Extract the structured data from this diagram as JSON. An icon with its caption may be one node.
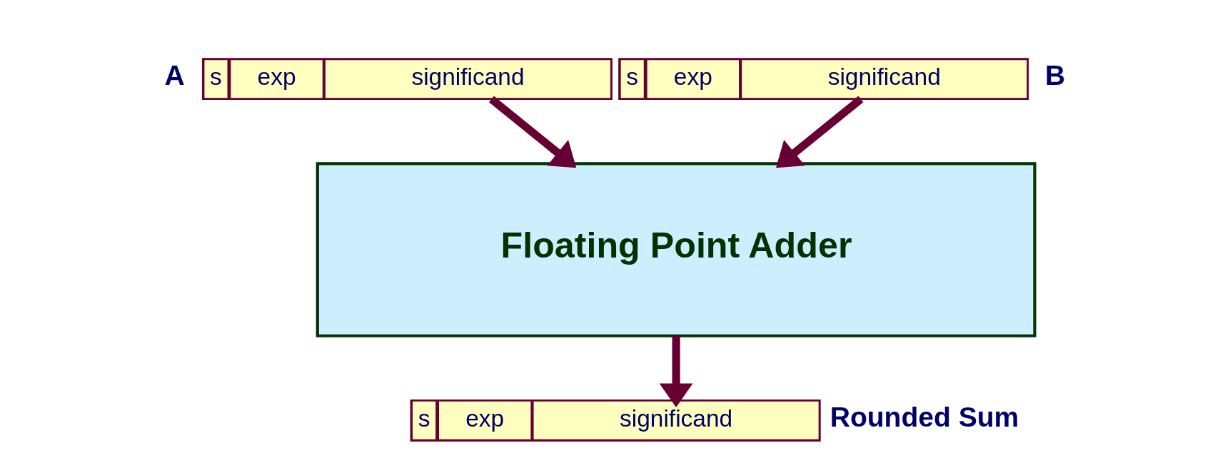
{
  "diagram": {
    "nodes": [
      {
        "text": [],
        "shape": "box",
        "beside": [
          "A"
        ]
      },
      {
        "text": [
          "s"
        ],
        "in": 0
      },
      {
        "text": [
          "exp"
        ],
        "in": 0
      },
      {
        "text": [
          "significand"
        ],
        "in": 0
      },
      {
        "text": [],
        "shape": "box",
        "beside": [
          "B"
        ]
      },
      {
        "text": [
          "s"
        ],
        "in": 4
      },
      {
        "text": [
          "exp"
        ],
        "in": 4
      },
      {
        "text": [
          "significand"
        ],
        "in": 4
      },
      {
        "text": [
          "Floating Point Adder"
        ]
      },
      {
        "text": [],
        "shape": "box",
        "beside": [
          "Rounded Sum"
        ]
      },
      {
        "text": [
          "s"
        ],
        "in": 9
      },
      {
        "text": [
          "exp"
        ],
        "in": 9
      },
      {
        "text": [
          "significand"
        ],
        "in": 9
      }
    ],
    "edges": [
      {
        "from": 3,
        "to": 8,
        "arrow": "to"
      },
      {
        "from": 7,
        "to": 8,
        "arrow": "to"
      },
      {
        "from": 8,
        "to": 12,
        "arrow": "to"
      }
    ]
  }
}
